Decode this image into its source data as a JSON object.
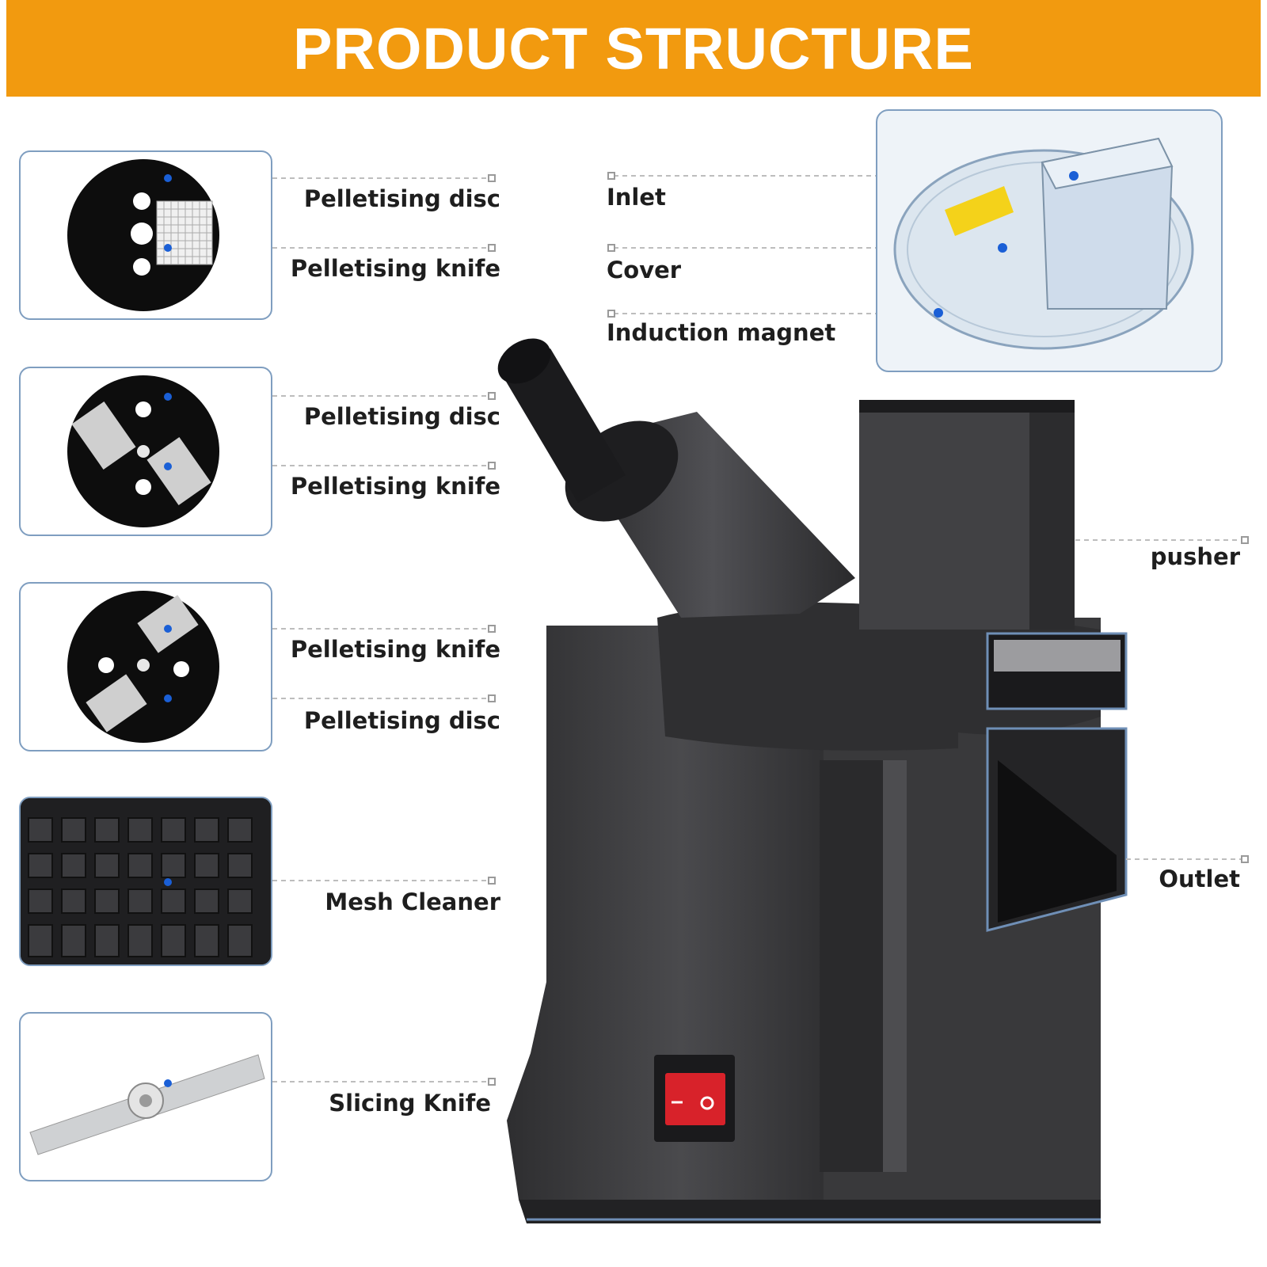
{
  "header": {
    "title": "PRODUCT STRUCTURE"
  },
  "labels": {
    "panel1_top": "Pelletising disc",
    "panel1_bottom": "Pelletising knife",
    "panel2_top": "Pelletising disc",
    "panel2_bottom": "Pelletising knife",
    "panel3_top": "Pelletising knife",
    "panel3_bottom": "Pelletising disc",
    "panel4": "Mesh Cleaner",
    "panel5": "Slicing Knife",
    "inlet": "Inlet",
    "cover": "Cover",
    "induction_magnet": "Induction magnet",
    "pusher": "pusher",
    "outlet": "Outlet"
  },
  "colors": {
    "banner": "#f29a0f",
    "marker": "#1a5fd6",
    "panel_border": "#7f9ec0",
    "body_dark": "#3b3b3d",
    "switch": "#d8222a"
  }
}
